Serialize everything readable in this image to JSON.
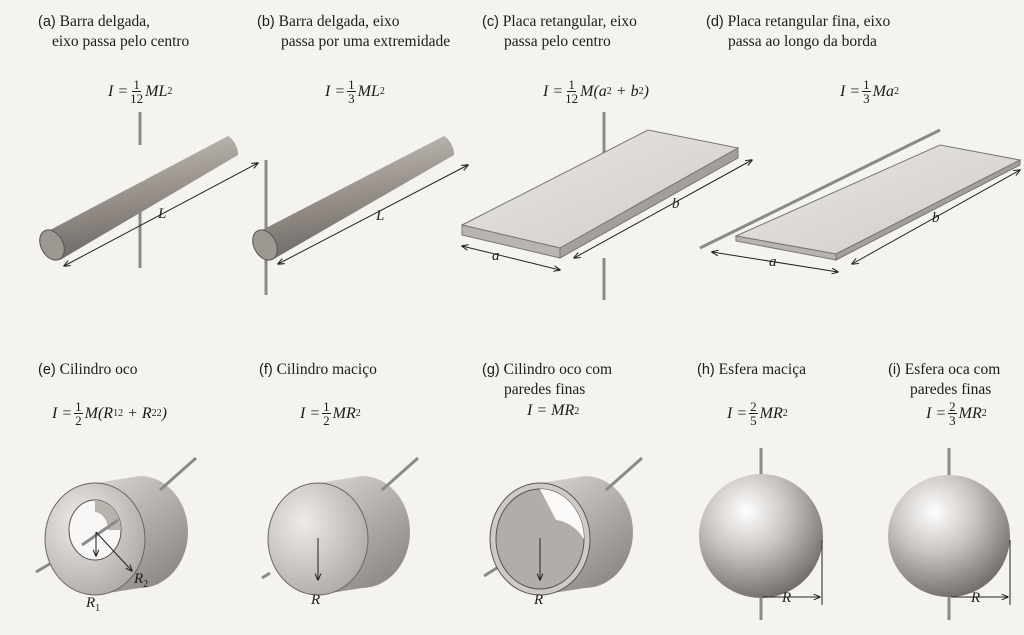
{
  "panels": [
    {
      "letter": "(a)",
      "title": "Barra delgada,",
      "title2": "eixo passa pelo centro",
      "f_lhs": "I =",
      "f_num": "1",
      "f_den": "12",
      "f_rhs": "ML",
      "f_exp": "2",
      "dim": "L"
    },
    {
      "letter": "(b)",
      "title": "Barra delgada, eixo",
      "title2": "passa por uma extremidade",
      "f_lhs": "I =",
      "f_num": "1",
      "f_den": "3",
      "f_rhs": "ML",
      "f_exp": "2",
      "dim": "L"
    },
    {
      "letter": "(c)",
      "title": "Placa retangular, eixo",
      "title2": "passa pelo centro",
      "f_lhs": "I =",
      "f_num": "1",
      "f_den": "12",
      "f_rhs": "M(a",
      "f_exp": "2",
      "f_rhs2": " + b",
      "f_exp2": "2",
      "f_end": ")",
      "dim_a": "a",
      "dim_b": "b"
    },
    {
      "letter": "(d)",
      "title": "Placa retangular fina, eixo",
      "title2": "passa ao longo da borda",
      "f_lhs": "I =",
      "f_num": "1",
      "f_den": "3",
      "f_rhs": "Ma",
      "f_exp": "2",
      "dim_a": "a",
      "dim_b": "b"
    },
    {
      "letter": "(e)",
      "title": "Cilindro oco",
      "f_lhs": "I =",
      "f_num": "1",
      "f_den": "2",
      "f_rhs": "M(R",
      "f_sub1": "1",
      "f_exp": "2",
      "f_rhs2": " + R",
      "f_sub2": "2",
      "f_exp2": "2",
      "f_end": ")",
      "r1": "R",
      "r1_sub": "1",
      "r2": "R",
      "r2_sub": "2"
    },
    {
      "letter": "(f)",
      "title": "Cilindro maciço",
      "f_lhs": "I =",
      "f_num": "1",
      "f_den": "2",
      "f_rhs": "MR",
      "f_exp": "2",
      "r": "R"
    },
    {
      "letter": "(g)",
      "title": "Cilindro oco com",
      "title2": "paredes finas",
      "f_lhs": "I = MR",
      "f_exp": "2",
      "r": "R"
    },
    {
      "letter": "(h)",
      "title": "Esfera maciça",
      "f_lhs": "I =",
      "f_num": "2",
      "f_den": "5",
      "f_rhs": "MR",
      "f_exp": "2",
      "r": "R"
    },
    {
      "letter": "(i)",
      "title": "Esfera oca com",
      "title2": "paredes finas",
      "f_lhs": "I =",
      "f_num": "2",
      "f_den": "3",
      "f_rhs": "MR",
      "f_exp": "2",
      "r": "R"
    }
  ]
}
